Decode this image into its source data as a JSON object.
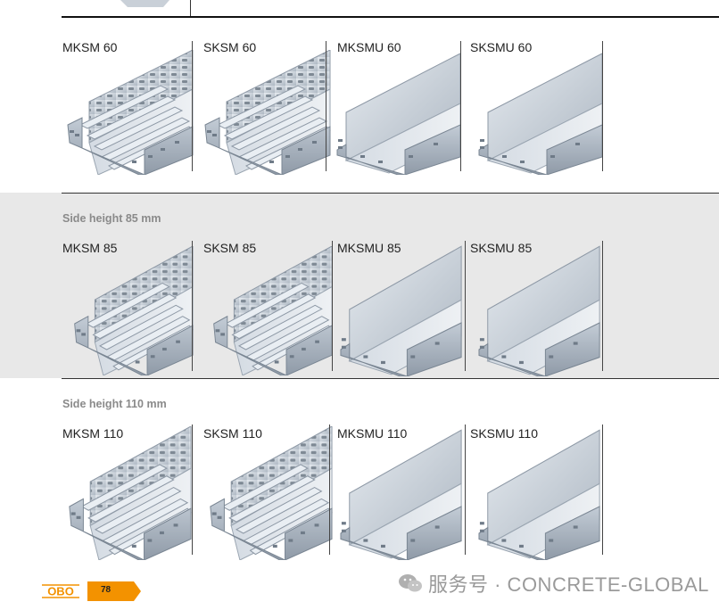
{
  "sections": [
    {
      "title": "",
      "products": [
        {
          "label": "MKSM 60",
          "type": "mesh"
        },
        {
          "label": "SKSM 60",
          "type": "mesh"
        },
        {
          "label": "MKSMU 60",
          "type": "solid"
        },
        {
          "label": "SKSMU 60",
          "type": "solid"
        }
      ]
    },
    {
      "title": "Side height 85 mm",
      "products": [
        {
          "label": "MKSM 85",
          "type": "mesh"
        },
        {
          "label": "SKSM 85",
          "type": "mesh"
        },
        {
          "label": "MKSMU 85",
          "type": "solid"
        },
        {
          "label": "SKSMU 85",
          "type": "solid"
        }
      ]
    },
    {
      "title": "Side height 110 mm",
      "products": [
        {
          "label": "MKSM 110",
          "type": "mesh"
        },
        {
          "label": "SKSM 110",
          "type": "mesh"
        },
        {
          "label": "MKSMU 110",
          "type": "solid"
        },
        {
          "label": "SKSMU 110",
          "type": "solid"
        }
      ]
    }
  ],
  "footer": {
    "brand": "OBO",
    "page_number": "78",
    "watermark": "服务号 · CONCRETE-GLOBAL"
  },
  "colors": {
    "brand_orange": "#f39200",
    "shaded_band": "#e8e8e8",
    "steel_light": "#dde3ea",
    "steel_mid": "#b9c3ce",
    "steel_dark": "#8e99a6"
  },
  "icons": [
    "wechat-icon",
    "obo-logo-icon",
    "page-tab-icon"
  ]
}
